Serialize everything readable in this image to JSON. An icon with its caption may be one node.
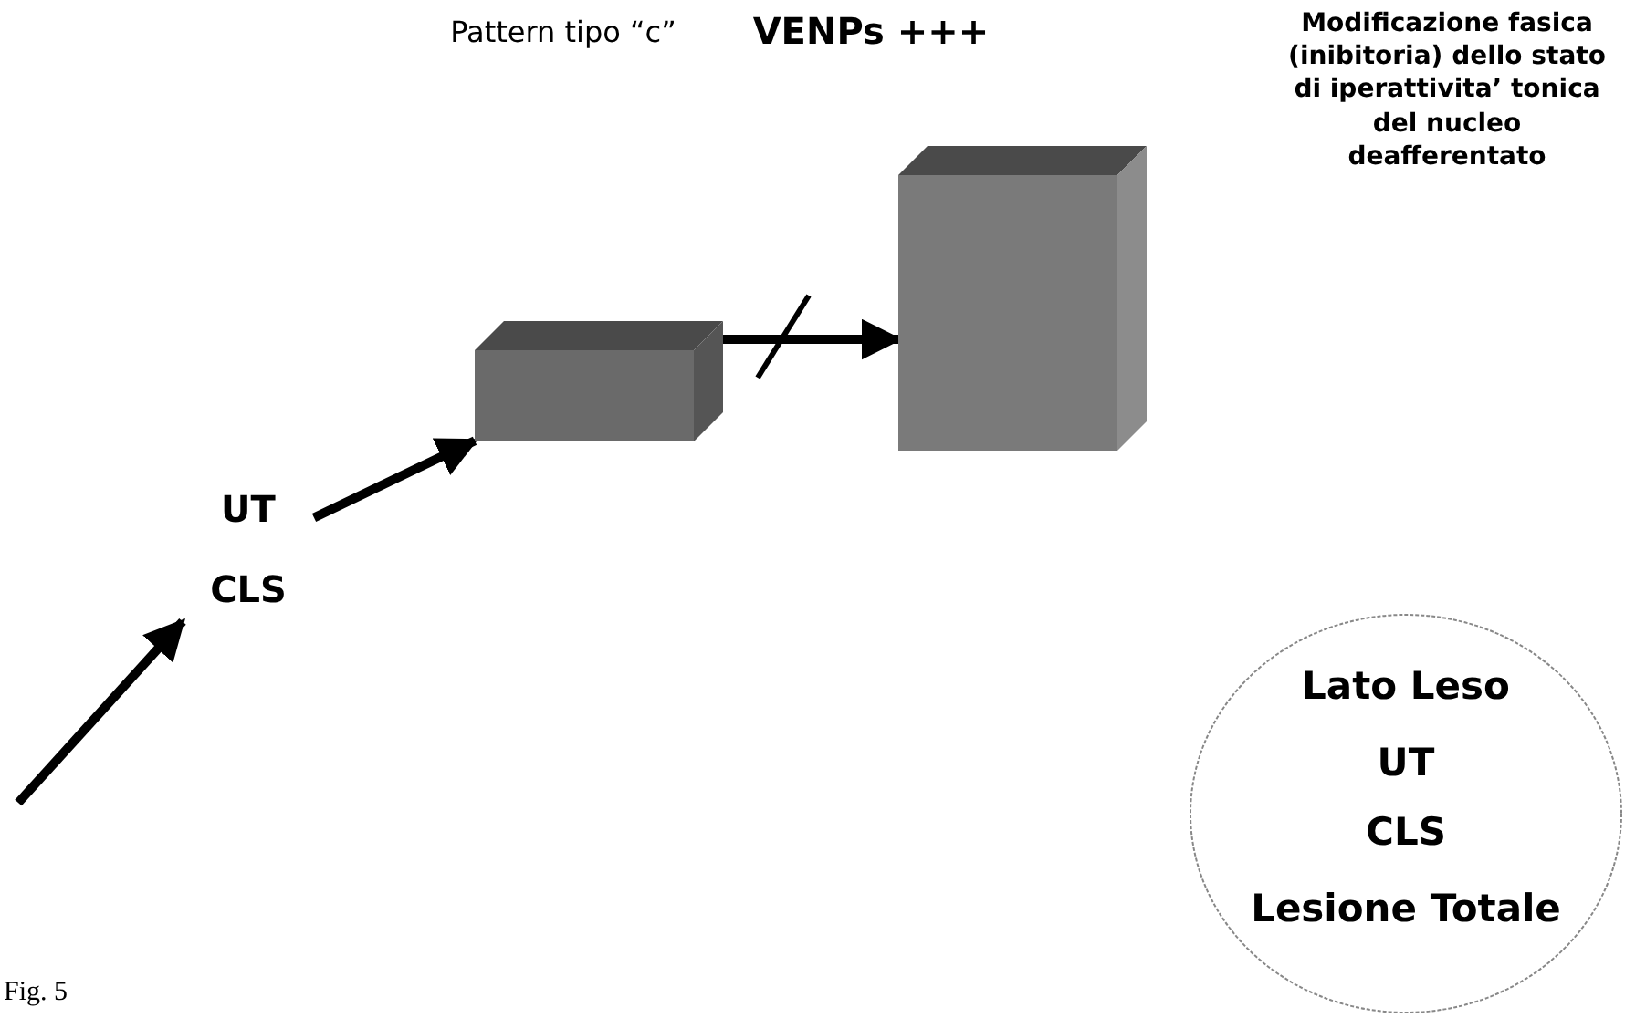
{
  "diagram": {
    "nodes": [
      {
        "text": [
          "UT",
          "CLS"
        ]
      },
      {
        "text": [],
        "shape": "box"
      },
      {
        "text": [],
        "shape": "box",
        "beside": [
          "Pattern tipo “c”",
          "VENPs +++"
        ]
      },
      {
        "text": [
          "Lato Leso",
          "UT",
          "CLS",
          "Lesione Totale"
        ]
      }
    ],
    "edges": [
      {
        "from": null,
        "to": 0,
        "arrow": "to"
      },
      {
        "from": 0,
        "to": 1,
        "arrow": "to"
      },
      {
        "from": 1,
        "to": 2,
        "arrow": "to"
      }
    ],
    "labels": [
      "Modificazione fasica (inibitoria) dello stato di iperattivita’ tonica del nucleo deafferentato",
      "Fig. 5"
    ]
  }
}
